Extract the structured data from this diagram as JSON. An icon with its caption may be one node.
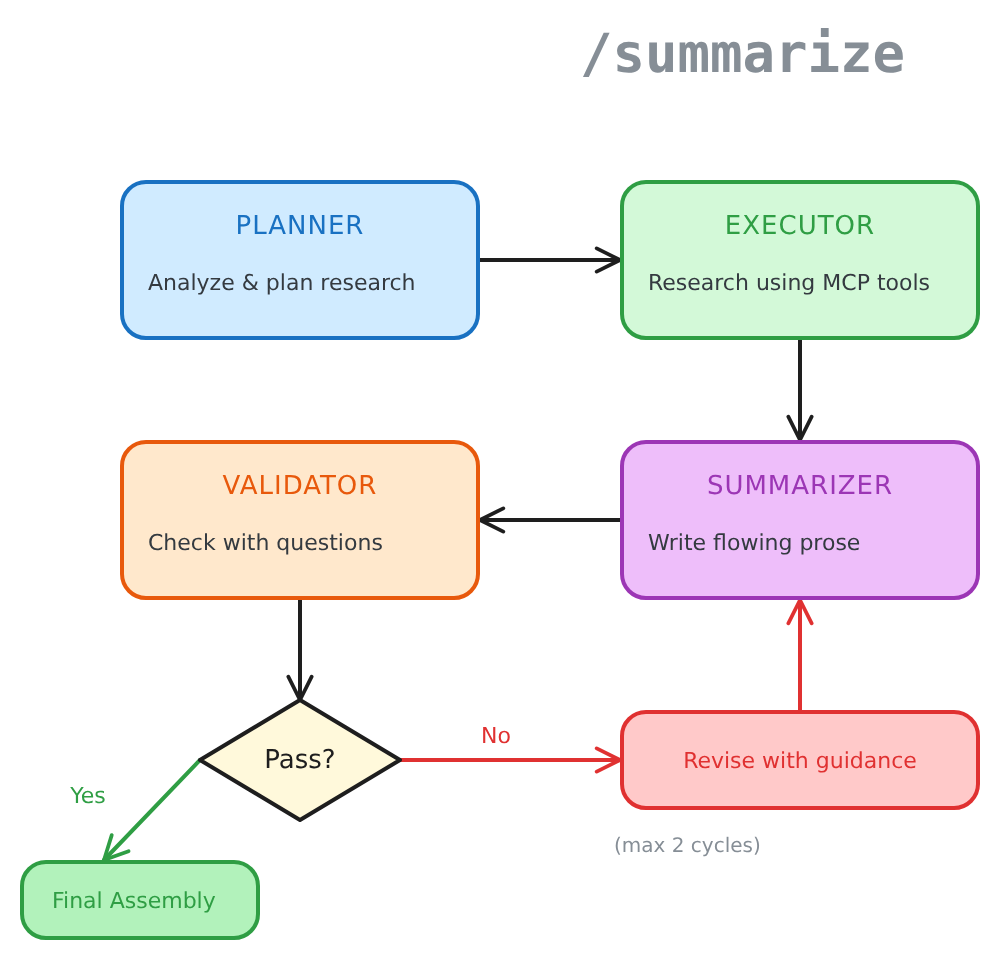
{
  "diagram": {
    "title": "/summarize",
    "nodes": [
      {
        "text": [
          "PLANNER",
          "Analyze & plan research"
        ]
      },
      {
        "text": [
          "EXECUTOR",
          "Research using MCP tools"
        ]
      },
      {
        "text": [
          "VALIDATOR",
          "Check with questions"
        ]
      },
      {
        "text": [
          "SUMMARIZER",
          "Write flowing prose"
        ]
      },
      {
        "text": [
          "Pass?"
        ]
      },
      {
        "text": [
          "Revise with guidance"
        ],
        "beside": [
          "(max 2 cycles)"
        ]
      },
      {
        "text": [
          "Final Assembly"
        ]
      }
    ],
    "edges": [
      {
        "from": 0,
        "to": 1,
        "arrow": "to"
      },
      {
        "from": 1,
        "to": 3,
        "arrow": "to"
      },
      {
        "from": 3,
        "to": 2,
        "arrow": "to"
      },
      {
        "from": 2,
        "to": 4,
        "arrow": "to"
      },
      {
        "from": 4,
        "to": 5,
        "arrow": "to",
        "label": "No",
        "color": "#e03131"
      },
      {
        "from": 4,
        "to": 6,
        "arrow": "to",
        "label": "Yes",
        "color": "#2f9e44"
      },
      {
        "from": 5,
        "to": 3,
        "arrow": "to",
        "color": "#e03131"
      }
    ]
  }
}
